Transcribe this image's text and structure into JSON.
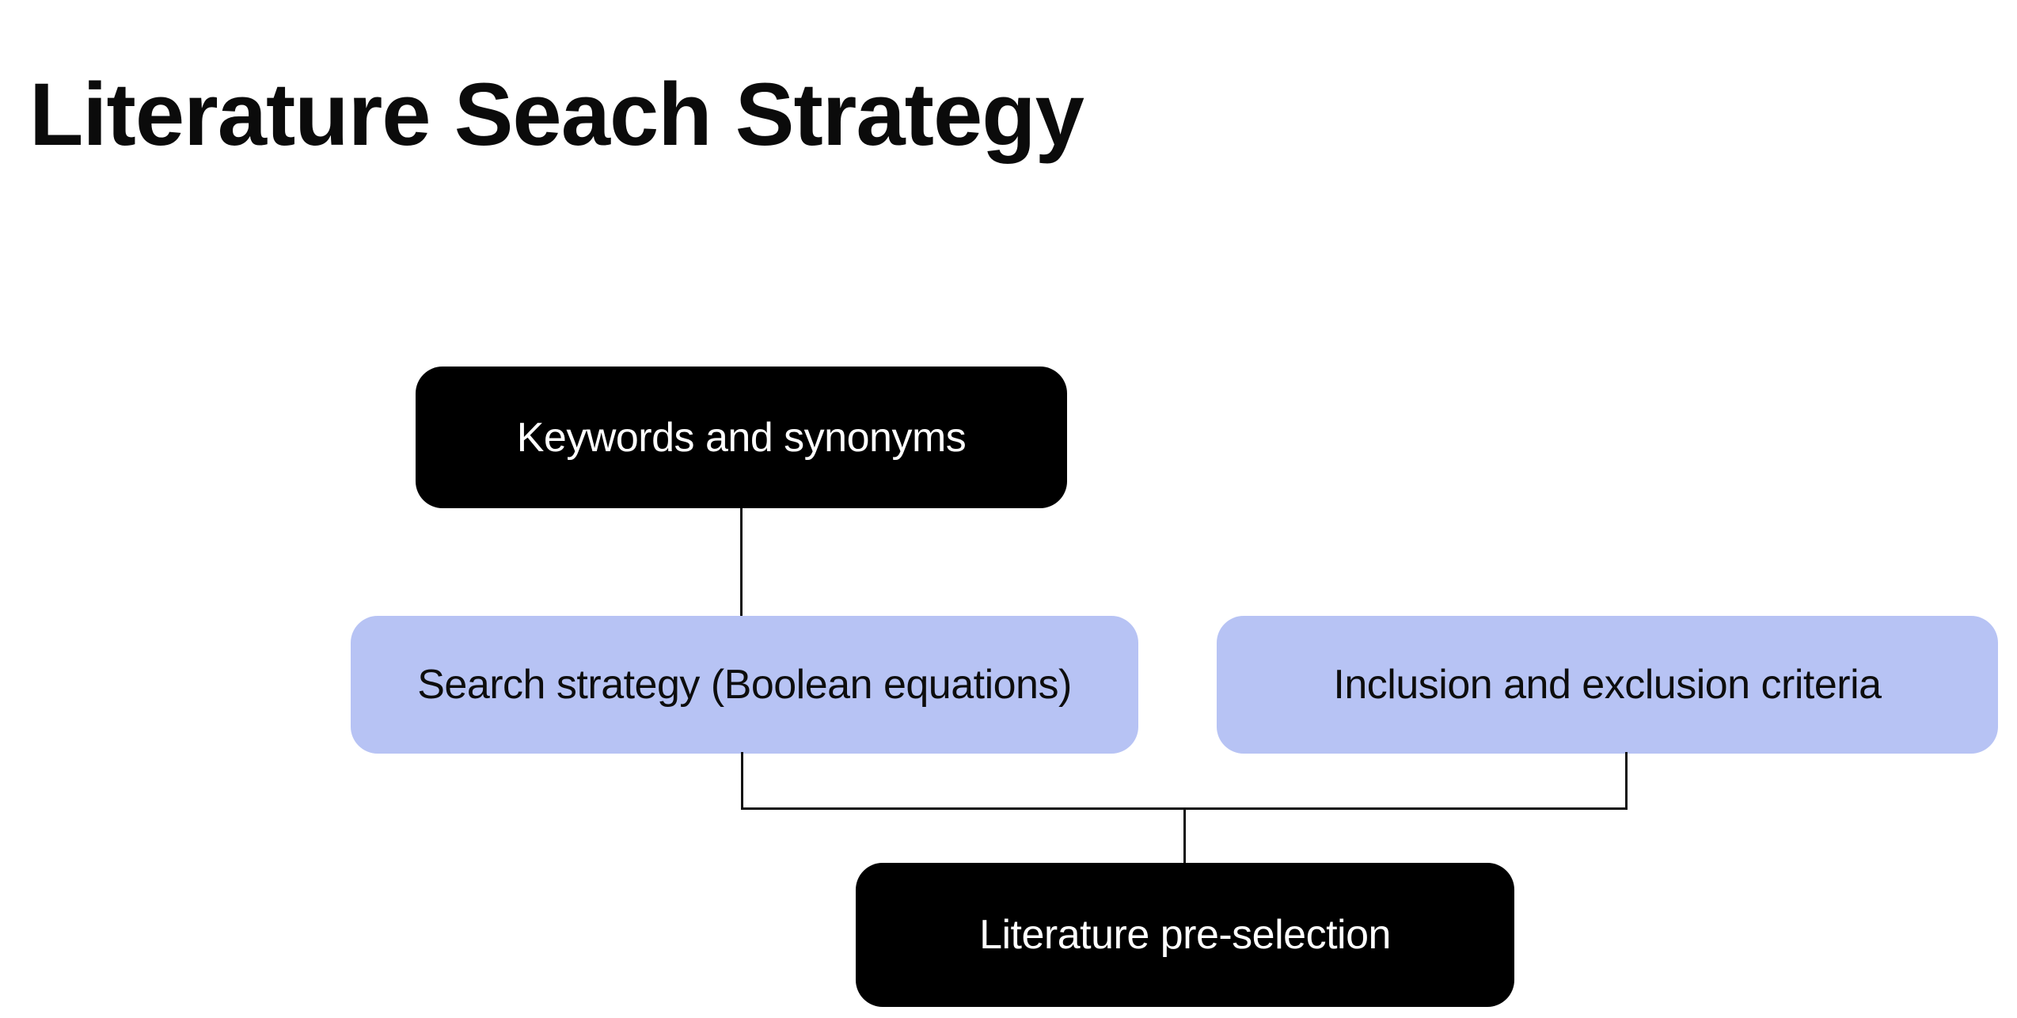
{
  "page": {
    "title": "Literature Seach Strategy"
  },
  "diagram": {
    "type": "flowchart",
    "nodes": [
      {
        "id": "keywords",
        "label": "Keywords and synonyms",
        "style": "dark"
      },
      {
        "id": "search-strategy",
        "label": "Search strategy (Boolean equations)",
        "style": "light"
      },
      {
        "id": "inclusion-exclusion",
        "label": "Inclusion and exclusion criteria",
        "style": "light"
      },
      {
        "id": "pre-selection",
        "label": "Literature pre-selection",
        "style": "dark"
      }
    ],
    "edges": [
      {
        "from": "keywords",
        "to": "search-strategy"
      },
      {
        "from": "search-strategy",
        "to": "pre-selection"
      },
      {
        "from": "inclusion-exclusion",
        "to": "pre-selection"
      }
    ]
  },
  "colors": {
    "page_bg": "#ffffff",
    "node_dark_bg": "#000000",
    "node_dark_text": "#ffffff",
    "node_light_bg": "#b7c3f4",
    "node_light_text": "#0d0d0d",
    "connector": "#111111",
    "title_color": "#0b0b0b"
  }
}
